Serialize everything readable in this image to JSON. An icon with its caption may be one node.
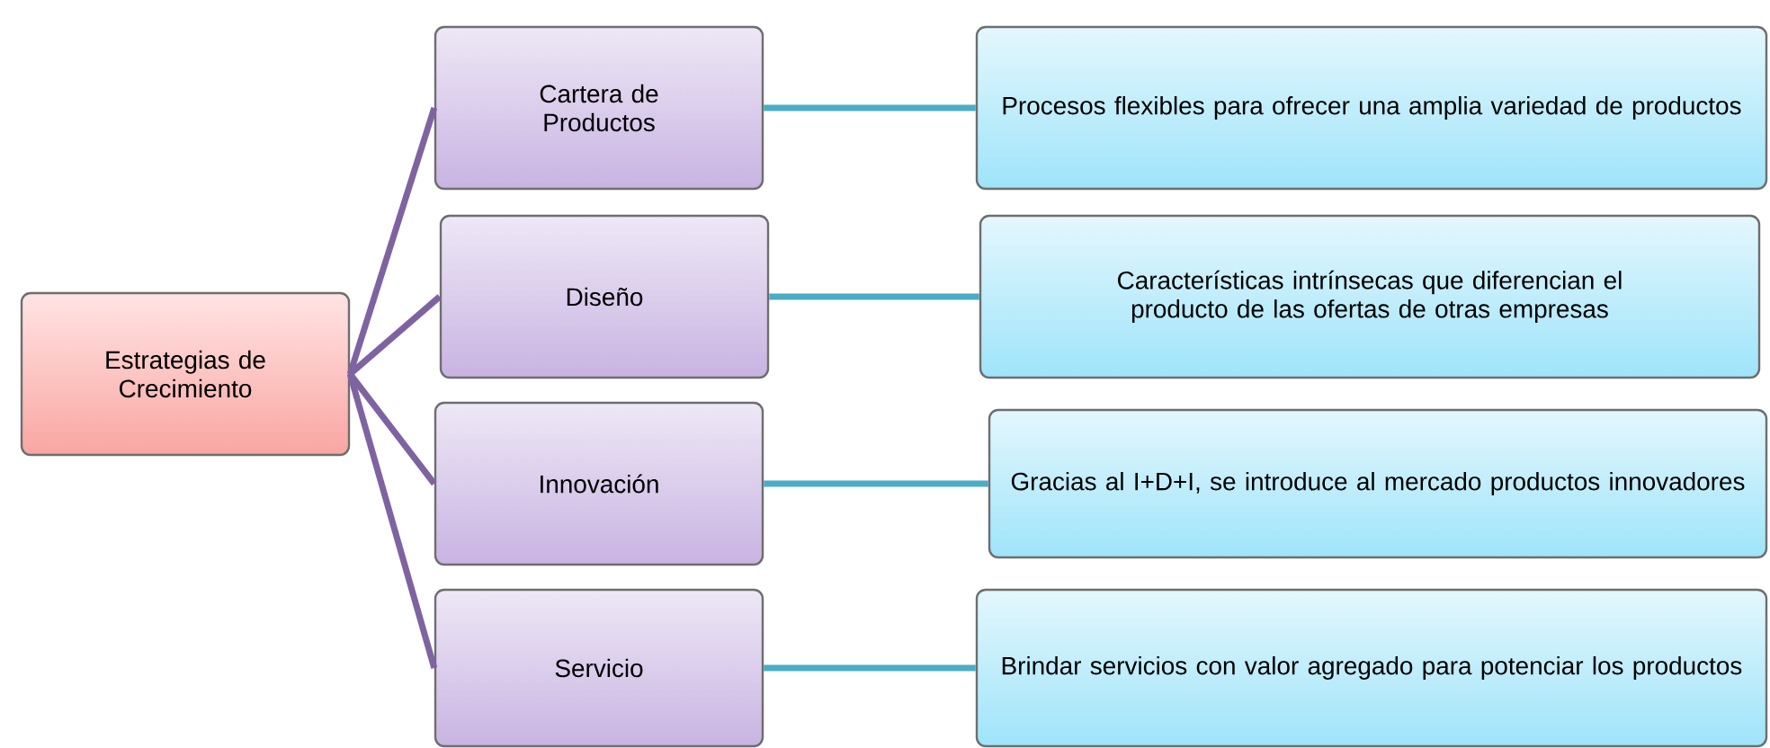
{
  "diagram": {
    "nodes": [
      {
        "text": [
          "Estrategias de Crecimiento"
        ]
      },
      {
        "text": [
          "Cartera de Productos"
        ]
      },
      {
        "text": [
          "Diseño"
        ]
      },
      {
        "text": [
          "Innovación"
        ]
      },
      {
        "text": [
          "Servicio"
        ]
      },
      {
        "text": [
          "Procesos flexibles para ofrecer una amplia variedad de productos"
        ]
      },
      {
        "text": [
          "Características intrínsecas que diferencian el producto de las ofertas de otras empresas"
        ]
      },
      {
        "text": [
          "Gracias al I+D+I, se introduce al mercado productos innovadores"
        ]
      },
      {
        "text": [
          "Brindar servicios con valor agregado para potenciar los productos"
        ]
      }
    ],
    "edges": [
      {
        "from": 0,
        "to": 1,
        "arrow": "none",
        "color": "#7f63a1"
      },
      {
        "from": 0,
        "to": 2,
        "arrow": "none",
        "color": "#7f63a1"
      },
      {
        "from": 0,
        "to": 3,
        "arrow": "none",
        "color": "#7f63a1"
      },
      {
        "from": 0,
        "to": 4,
        "arrow": "none",
        "color": "#7f63a1"
      },
      {
        "from": 1,
        "to": 5,
        "arrow": "none",
        "color": "#4bacc6"
      },
      {
        "from": 2,
        "to": 6,
        "arrow": "none",
        "color": "#4bacc6"
      },
      {
        "from": 3,
        "to": 7,
        "arrow": "none",
        "color": "#4bacc6"
      },
      {
        "from": 4,
        "to": 8,
        "arrow": "none",
        "color": "#4bacc6"
      }
    ]
  }
}
